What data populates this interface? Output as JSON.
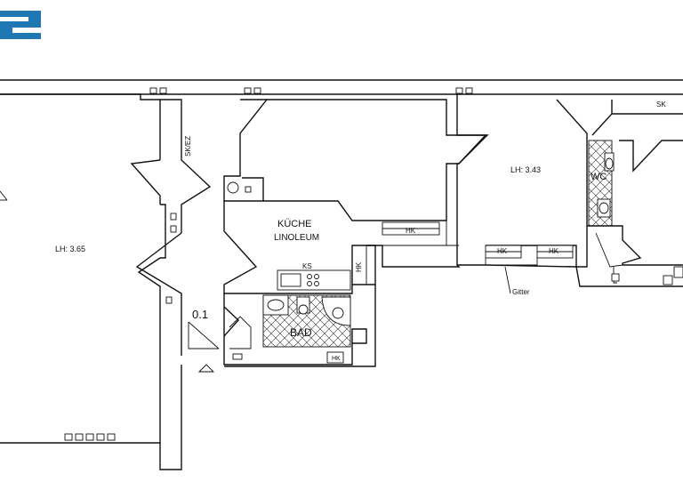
{
  "logo": {
    "name": "brand-logo",
    "color": "#1f78b4"
  },
  "rooms": {
    "living": {
      "height_label": "LH: 3.65"
    },
    "room_right": {
      "height_label": "LH: 3.43"
    },
    "kitchen": {
      "name": "KÜCHE",
      "floor": "LINOLEUM",
      "appliance": "KS"
    },
    "bath": {
      "name": "BAD"
    },
    "wc": {
      "name": "WC"
    },
    "hall": {
      "number": "0.1"
    }
  },
  "labels": {
    "sk_ez": "SK/EZ",
    "sk": "SK",
    "hk": "HK",
    "gitter": "Gitter"
  }
}
